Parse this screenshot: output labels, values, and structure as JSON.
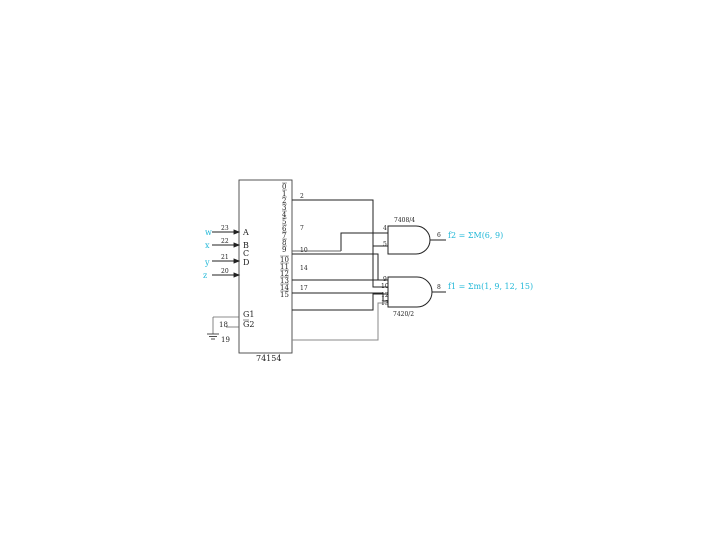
{
  "chip": {
    "name": "74154",
    "inputs": [
      "A",
      "B",
      "C",
      "D"
    ],
    "input_pins": [
      "23",
      "22",
      "21",
      "20"
    ],
    "enables": [
      "G1",
      "G2"
    ],
    "enable_pins": [
      "18",
      "19"
    ],
    "outputs": [
      "0",
      "1",
      "2",
      "3",
      "4",
      "5",
      "6",
      "7",
      "8",
      "9",
      "10",
      "11",
      "12",
      "13",
      "14",
      "15"
    ]
  },
  "signals": {
    "w": "w",
    "x": "x",
    "y": "y",
    "z": "z"
  },
  "wires": {
    "out2": "2",
    "out7": "7",
    "out10": "10",
    "out14": "14",
    "out17": "17"
  },
  "gate_and2": {
    "name": "7408/4",
    "in_pins": [
      "4",
      "5"
    ],
    "out_pin": "6",
    "label": "f2 = ΣM(6, 9)"
  },
  "gate_and4": {
    "name": "7420/2",
    "in_pins": [
      "9",
      "10",
      "12",
      "13"
    ],
    "out_pin": "8",
    "label": "f1 = Σm(1, 9, 12, 15)"
  }
}
